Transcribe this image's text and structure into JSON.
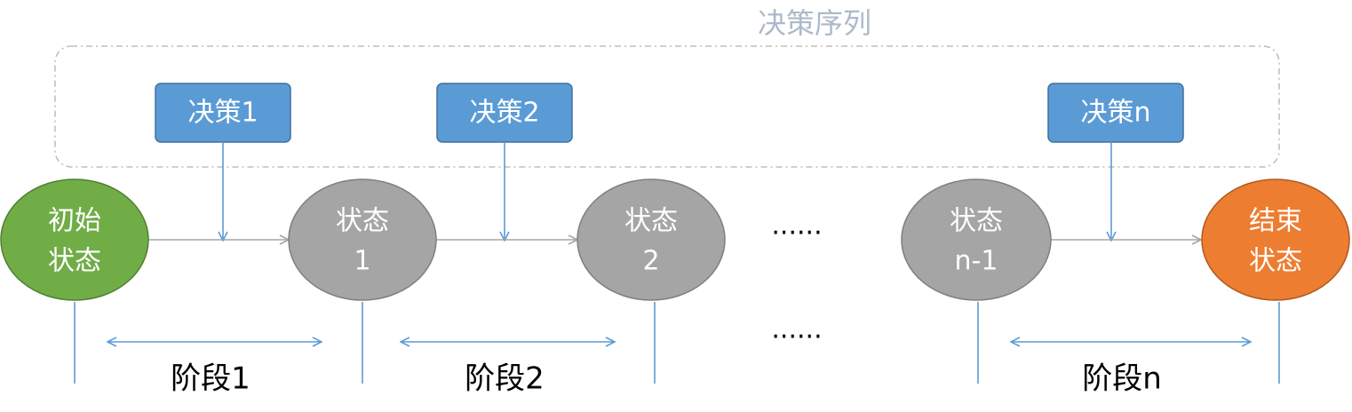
{
  "colors": {
    "decision_fill": "#5b9bd5",
    "decision_stroke": "#41719c",
    "decision_text": "#ffffff",
    "start_fill": "#70ad47",
    "start_stroke": "#507e32",
    "state_fill": "#a5a5a5",
    "state_stroke": "#7f7f7f",
    "end_fill": "#ed7d31",
    "end_stroke": "#ae5a21",
    "node_text": "#ffffff",
    "flow_arrow": "#a5a5a5",
    "decision_arrow": "#5b9bd5",
    "stage_line": "#5b9bd5",
    "sequence_border": "#bfbfbf",
    "sequence_title": "#adb9ca",
    "stage_label": "#000000",
    "ellipsis": "#000000"
  },
  "sequence": {
    "title": "决策序列"
  },
  "decisions": {
    "d1": "决策1",
    "d2": "决策2",
    "dn": "决策n"
  },
  "states": {
    "start": {
      "line1": "初始",
      "line2": "状态"
    },
    "s1": {
      "line1": "状态",
      "line2": "1"
    },
    "s2": {
      "line1": "状态",
      "line2": "2"
    },
    "sn1": {
      "line1": "状态",
      "line2": "n-1"
    },
    "end": {
      "line1": "结束",
      "line2": "状态"
    }
  },
  "ellipsis": {
    "top": "......",
    "bottom": "......"
  },
  "stages": {
    "st1": "阶段1",
    "st2": "阶段2",
    "stn": "阶段n"
  }
}
